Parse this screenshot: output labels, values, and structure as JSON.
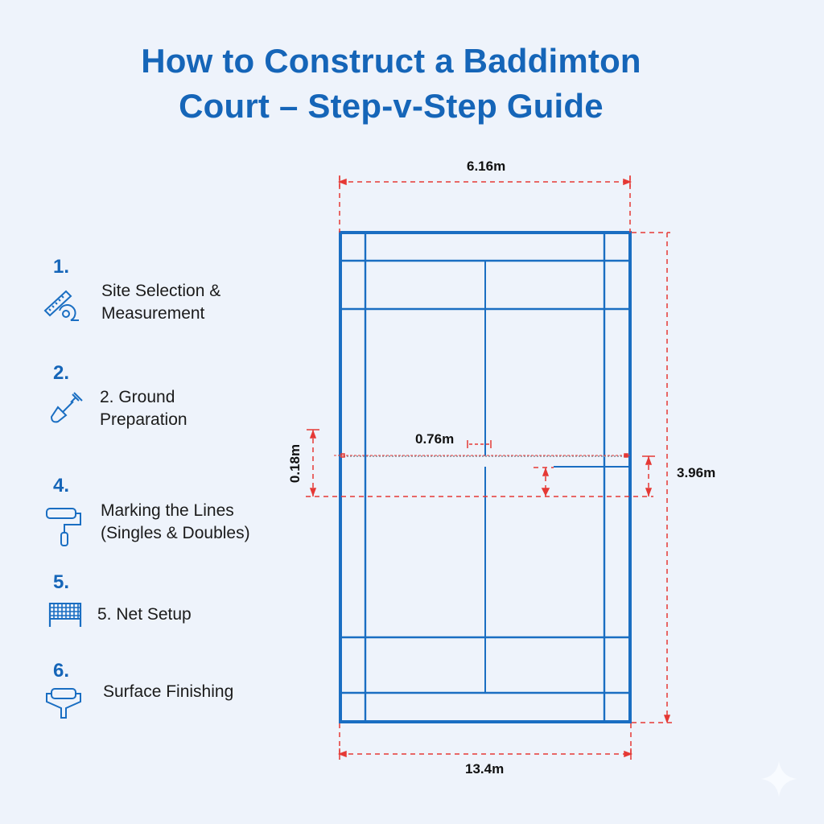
{
  "title": {
    "line1": "How to Construct a Baddimton",
    "line2": "Court – Step-v-Step Guide"
  },
  "steps": [
    {
      "number": "1.",
      "icon": "ruler-tape-measure-icon",
      "label_lines": [
        "Site Selection &",
        "Measurement"
      ]
    },
    {
      "number": "2.",
      "icon": "shovel-icon",
      "label_lines": [
        "2. Ground",
        "Preparation"
      ]
    },
    {
      "number": "4.",
      "icon": "paint-roller-icon",
      "label_lines": [
        "Marking the Lines",
        "(Singles & Doubles)"
      ]
    },
    {
      "number": "5.",
      "icon": "net-icon",
      "label_lines": [
        "5. Net Setup"
      ]
    },
    {
      "number": "6.",
      "icon": "surface-roller-icon",
      "label_lines": [
        "Surface Finishing"
      ]
    }
  ],
  "court": {
    "dimensions": {
      "top_width": "6.16m",
      "bottom_width": "13.4m",
      "right_height": "3.96m",
      "left_offset": "0.18m",
      "net_offset": "0.76m"
    }
  },
  "colors": {
    "court_lines": "#1a6ec2",
    "dimension_lines": "#e53935",
    "title": "#1565b8",
    "background": "#eef3fb"
  }
}
